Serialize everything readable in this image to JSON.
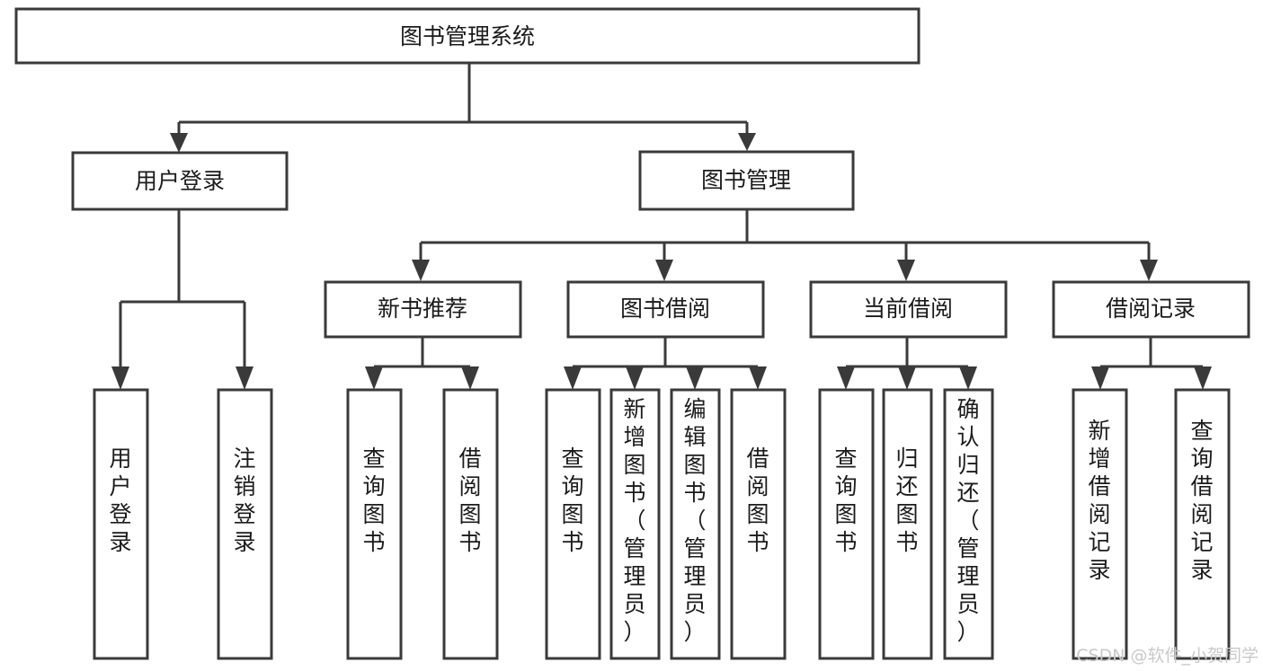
{
  "diagram": {
    "title": "图书管理系统",
    "type": "tree-hierarchy-chart",
    "orientation": "top-down",
    "colors": {
      "box_stroke": "#3a3a3a",
      "box_fill": "#ffffff",
      "connector": "#3a3a3a",
      "text": "#1b1b1b",
      "background": "#ffffff",
      "watermark": "#c9c9c9"
    },
    "levels": {
      "root": "图书管理系统",
      "level2": [
        "用户登录",
        "图书管理"
      ],
      "level3": [
        "新书推荐",
        "图书借阅",
        "当前借阅",
        "借阅记录"
      ]
    }
  },
  "nodes": {
    "root": {
      "id": "root",
      "label": "图书管理系统",
      "orient": "horizontal"
    },
    "user_login": {
      "id": "user_login",
      "label": "用户登录",
      "orient": "horizontal"
    },
    "book_manage": {
      "id": "book_manage",
      "label": "图书管理",
      "orient": "horizontal"
    },
    "new_book_rec": {
      "id": "new_book_rec",
      "label": "新书推荐",
      "orient": "horizontal"
    },
    "book_borrow": {
      "id": "book_borrow",
      "label": "图书借阅",
      "orient": "horizontal"
    },
    "current_borrow": {
      "id": "current_borrow",
      "label": "当前借阅",
      "orient": "horizontal"
    },
    "borrow_record": {
      "id": "borrow_record",
      "label": "借阅记录",
      "orient": "horizontal"
    },
    "leaf_user_login": {
      "id": "leaf_user_login",
      "label": "用户登录",
      "orient": "vertical"
    },
    "leaf_user_logout": {
      "id": "leaf_user_logout",
      "label": "注销登录",
      "orient": "vertical"
    },
    "leaf_rec_query": {
      "id": "leaf_rec_query",
      "label": "查询图书",
      "orient": "vertical"
    },
    "leaf_rec_borrow": {
      "id": "leaf_rec_borrow",
      "label": "借阅图书",
      "orient": "vertical"
    },
    "leaf_bb_query": {
      "id": "leaf_bb_query",
      "label": "查询图书",
      "orient": "vertical"
    },
    "leaf_bb_add": {
      "id": "leaf_bb_add",
      "label": "新增图书（管理员）",
      "orient": "vertical"
    },
    "leaf_bb_edit": {
      "id": "leaf_bb_edit",
      "label": "编辑图书（管理员）",
      "orient": "vertical"
    },
    "leaf_bb_borrow": {
      "id": "leaf_bb_borrow",
      "label": "借阅图书",
      "orient": "vertical"
    },
    "leaf_cb_query": {
      "id": "leaf_cb_query",
      "label": "查询图书",
      "orient": "vertical"
    },
    "leaf_cb_return": {
      "id": "leaf_cb_return",
      "label": "归还图书",
      "orient": "vertical"
    },
    "leaf_cb_confirm": {
      "id": "leaf_cb_confirm",
      "label": "确认归还（管理员）",
      "orient": "vertical"
    },
    "leaf_br_add": {
      "id": "leaf_br_add",
      "label": "新增借阅记录",
      "orient": "vertical"
    },
    "leaf_br_query": {
      "id": "leaf_br_query",
      "label": "查询借阅记录",
      "orient": "vertical"
    }
  },
  "edges": [
    {
      "from": "root",
      "to": "user_login"
    },
    {
      "from": "root",
      "to": "book_manage"
    },
    {
      "from": "user_login",
      "to": "leaf_user_login"
    },
    {
      "from": "user_login",
      "to": "leaf_user_logout"
    },
    {
      "from": "book_manage",
      "to": "new_book_rec"
    },
    {
      "from": "book_manage",
      "to": "book_borrow"
    },
    {
      "from": "book_manage",
      "to": "current_borrow"
    },
    {
      "from": "book_manage",
      "to": "borrow_record"
    },
    {
      "from": "new_book_rec",
      "to": "leaf_rec_query"
    },
    {
      "from": "new_book_rec",
      "to": "leaf_rec_borrow"
    },
    {
      "from": "book_borrow",
      "to": "leaf_bb_query"
    },
    {
      "from": "book_borrow",
      "to": "leaf_bb_add"
    },
    {
      "from": "book_borrow",
      "to": "leaf_bb_edit"
    },
    {
      "from": "book_borrow",
      "to": "leaf_bb_borrow"
    },
    {
      "from": "current_borrow",
      "to": "leaf_cb_query"
    },
    {
      "from": "current_borrow",
      "to": "leaf_cb_return"
    },
    {
      "from": "current_borrow",
      "to": "leaf_cb_confirm"
    },
    {
      "from": "borrow_record",
      "to": "leaf_br_add"
    },
    {
      "from": "borrow_record",
      "to": "leaf_br_query"
    }
  ],
  "watermark": {
    "text": "CSDN @软件_小贺同学"
  }
}
